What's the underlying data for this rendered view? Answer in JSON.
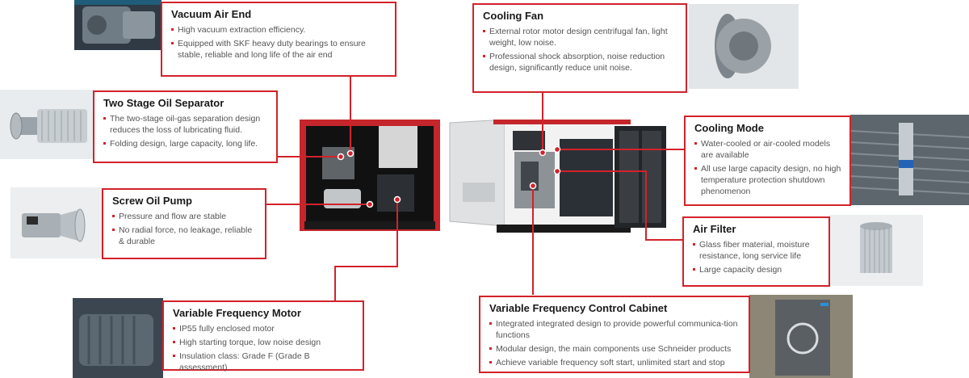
{
  "colors": {
    "accent": "#d3222a",
    "text": "#555555",
    "heading": "#1a1a1a"
  },
  "callouts": {
    "vacuum_air_end": {
      "title": "Vacuum Air End",
      "items": [
        "High vacuum extraction efficiency.",
        "Equipped with SKF heavy duty bearings to ensure stable, reliable and long life of the air end"
      ]
    },
    "oil_separator": {
      "title": "Two Stage Oil Separator",
      "items": [
        "The two-stage oil-gas separation design reduces the loss of lubricating fluid.",
        "Folding design, large capacity, long life."
      ]
    },
    "oil_pump": {
      "title": "Screw Oil Pump",
      "items": [
        "Pressure and flow are stable",
        "No radial force, no leakage, reliable & durable"
      ]
    },
    "vf_motor": {
      "title": "Variable Frequency Motor",
      "items": [
        "IP55 fully enclosed motor",
        "High starting torque, low noise design",
        "Insulation class: Grade F (Grade B assessment)"
      ]
    },
    "cooling_fan": {
      "title": "Cooling Fan",
      "items": [
        "External rotor motor design centrifugal fan, light weight, low noise.",
        "Professional shock absorption, noise reduction design, significantly reduce unit noise."
      ]
    },
    "cooling_mode": {
      "title": "Cooling Mode",
      "items": [
        "Water-cooled or air-cooled models are available",
        "All use large capacity design, no high temperature protection shutdown phenomenon"
      ]
    },
    "air_filter": {
      "title": "Air Filter",
      "items": [
        "Glass fiber material, moisture resistance, long service life",
        "Large capacity design"
      ]
    },
    "vf_cabinet": {
      "title": "Variable Frequency Control Cabinet",
      "items": [
        "Integrated integrated design to provide powerful communica-tion functions",
        "Modular design, the main components use Schneider products",
        "Achieve variable frequency soft start, unlimited start and stop"
      ]
    }
  }
}
